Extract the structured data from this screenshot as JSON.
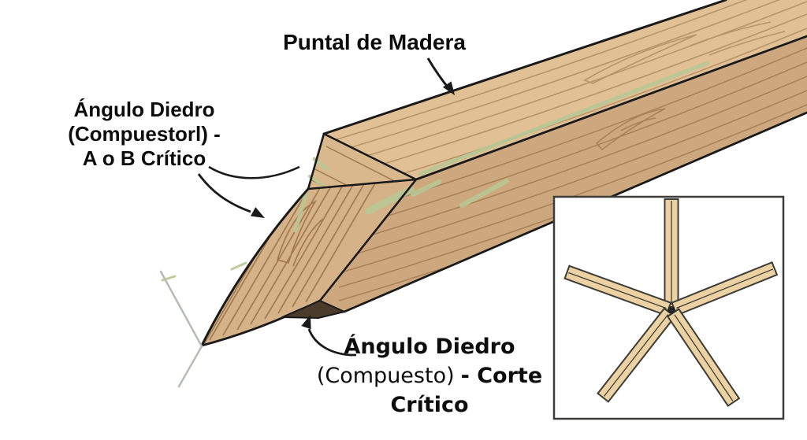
{
  "labels": {
    "title": "Puntal de Madera",
    "left": {
      "line1": "Ángulo Diedro",
      "line2": "(Compuestorl) -",
      "line3": "A o B Crítico"
    },
    "bottom": {
      "line1": "Ángulo Diedro",
      "line2_regular": "(Compuesto)",
      "line2_bold": "- Corte",
      "line3": "Crítico"
    }
  },
  "inset": {
    "stake_count": 5
  },
  "colors": {
    "background": "#ffffff",
    "outline": "#1a1a1a",
    "wood_top_face": "#e0c094",
    "wood_front_face": "#cda87e",
    "wood_point_facet": "#d6b289",
    "wood_top_bevel": "#d9b88e",
    "wood_bottom_shadow": "#4a3b2a",
    "grain_top": "#b8946a",
    "grain_front": "#a9825a",
    "grain_facet": "#a07a50",
    "moss_green": "#b9c795",
    "grass_gray": "#b6bdb0",
    "inset_wood": "#ecd2a2",
    "inset_outline": "#3c3c38",
    "inset_background": "#ffffff"
  }
}
